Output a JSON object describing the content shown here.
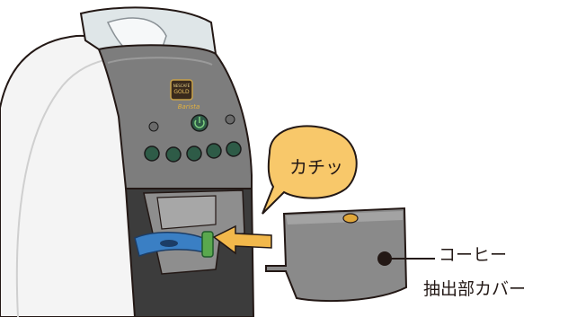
{
  "illustration": {
    "speech_bubble": {
      "text": "カチッ",
      "fill_color": "#f8c86a"
    },
    "callout": {
      "line1": "コーヒー",
      "line2": "抽出部カバー"
    },
    "brand_badge": {
      "line1": "NESCAFÉ",
      "line2": "GOLD",
      "line3": "Barista"
    },
    "colors": {
      "machine_body": "#7d7d7d",
      "machine_shell": "#f4f4f4",
      "outline": "#231815",
      "latch_blue": "#3a7fc4",
      "latch_green": "#5aa84e",
      "arrow": "#f2b84b",
      "cover": "#8a8a8a",
      "button_green": "#2e5b47"
    }
  }
}
